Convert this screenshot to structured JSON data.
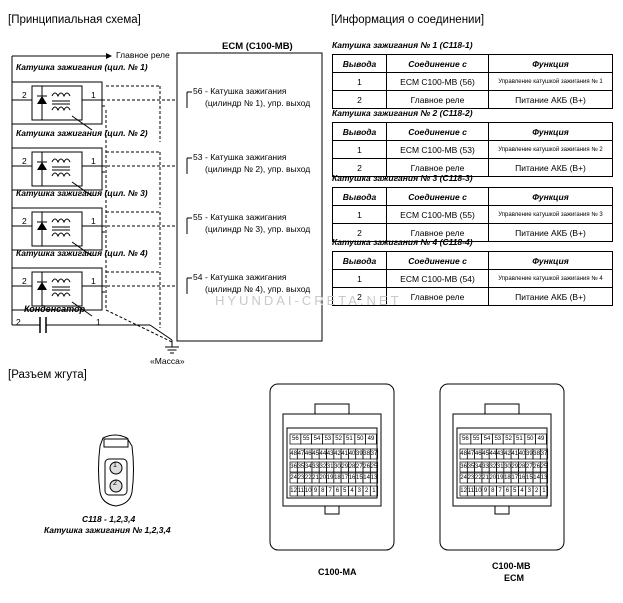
{
  "headers": {
    "schematic": "[Принципиальная схема]",
    "connection_info": "[Информация о соединении]",
    "harness_connector": "[Разъем жгута]"
  },
  "schematic": {
    "main_relay": "Главное реле",
    "ecm_title": "ECM (C100-MB)",
    "ground": "«Масса»",
    "capacitor": "Конденсатор",
    "coils": [
      {
        "title": "Катушка зажигания (цил. № 1)",
        "pin_a": "2",
        "pin_b": "1",
        "ecm_pin": "56",
        "desc1": "- Катушка зажигания",
        "desc2": "(цилиндр № 1), упр. выход"
      },
      {
        "title": "Катушка зажигания (цил. № 2)",
        "pin_a": "2",
        "pin_b": "1",
        "ecm_pin": "53",
        "desc1": "- Катушка зажигания",
        "desc2": "(цилиндр № 2), упр. выход"
      },
      {
        "title": "Катушка зажигания (цил. № 3)",
        "pin_a": "2",
        "pin_b": "1",
        "ecm_pin": "55",
        "desc1": "- Катушка зажигания",
        "desc2": "(цилиндр № 3), упр. выход"
      },
      {
        "title": "Катушка зажигания (цил. № 4)",
        "pin_a": "2",
        "pin_b": "1",
        "ecm_pin": "54",
        "desc1": "- Катушка зажигания",
        "desc2": "(цилиндр № 4), упр. выход"
      }
    ],
    "cap_pin_a": "2",
    "cap_pin_b": "1"
  },
  "connection_tables": [
    {
      "title": "Катушка зажигания № 1 (C118-1)",
      "headers": [
        "Вывода",
        "Соединение с",
        "Функция"
      ],
      "rows": [
        [
          "1",
          "ECM C100-MB (56)",
          "Управление катушкой зажигания № 1"
        ],
        [
          "2",
          "Главное реле",
          "Питание АКБ (B+)"
        ]
      ]
    },
    {
      "title": "Катушка зажигания № 2 (C118-2)",
      "headers": [
        "Вывода",
        "Соединение с",
        "Функция"
      ],
      "rows": [
        [
          "1",
          "ECM C100-MB (53)",
          "Управление катушкой зажигания № 2"
        ],
        [
          "2",
          "Главное реле",
          "Питание АКБ (B+)"
        ]
      ]
    },
    {
      "title": "Катушка зажигания № 3 (C118-3)",
      "headers": [
        "Вывода",
        "Соединение с",
        "Функция"
      ],
      "rows": [
        [
          "1",
          "ECM C100-MB (55)",
          "Управление катушкой зажигания № 3"
        ],
        [
          "2",
          "Главное реле",
          "Питание АКБ (B+)"
        ]
      ]
    },
    {
      "title": "Катушка зажигания № 4 (C118-4)",
      "headers": [
        "Вывода",
        "Соединение с",
        "Функция"
      ],
      "rows": [
        [
          "1",
          "ECM C100-MB (54)",
          "Управление катушкой зажигания № 4"
        ],
        [
          "2",
          "Главное реле",
          "Питание АКБ (B+)"
        ]
      ]
    }
  ],
  "watermark": "HYUNDAI-CRETA.NET",
  "harness": {
    "c118_pins": [
      "1",
      "2"
    ],
    "c118_label1": "C118 - 1,2,3,4",
    "c118_label2": "Катушка зажигания № 1,2,3,4",
    "c100ma_label": "C100-MA",
    "c100mb_label1": "C100-MB",
    "c100mb_label2": "ECM",
    "ecm_rows": [
      [
        "56",
        "55",
        "54",
        "53",
        "52",
        "51",
        "50",
        "49"
      ],
      [
        "48",
        "47",
        "46",
        "45",
        "44",
        "43",
        "42",
        "41",
        "40",
        "39",
        "38",
        "37"
      ],
      [
        "36",
        "35",
        "34",
        "33",
        "32",
        "31",
        "30",
        "29",
        "28",
        "27",
        "26",
        "25"
      ],
      [
        "24",
        "23",
        "22",
        "21",
        "20",
        "19",
        "18",
        "17",
        "16",
        "15",
        "14",
        "13"
      ],
      [
        "12",
        "11",
        "10",
        "9",
        "8",
        "7",
        "6",
        "5",
        "4",
        "3",
        "2",
        "1"
      ]
    ]
  }
}
